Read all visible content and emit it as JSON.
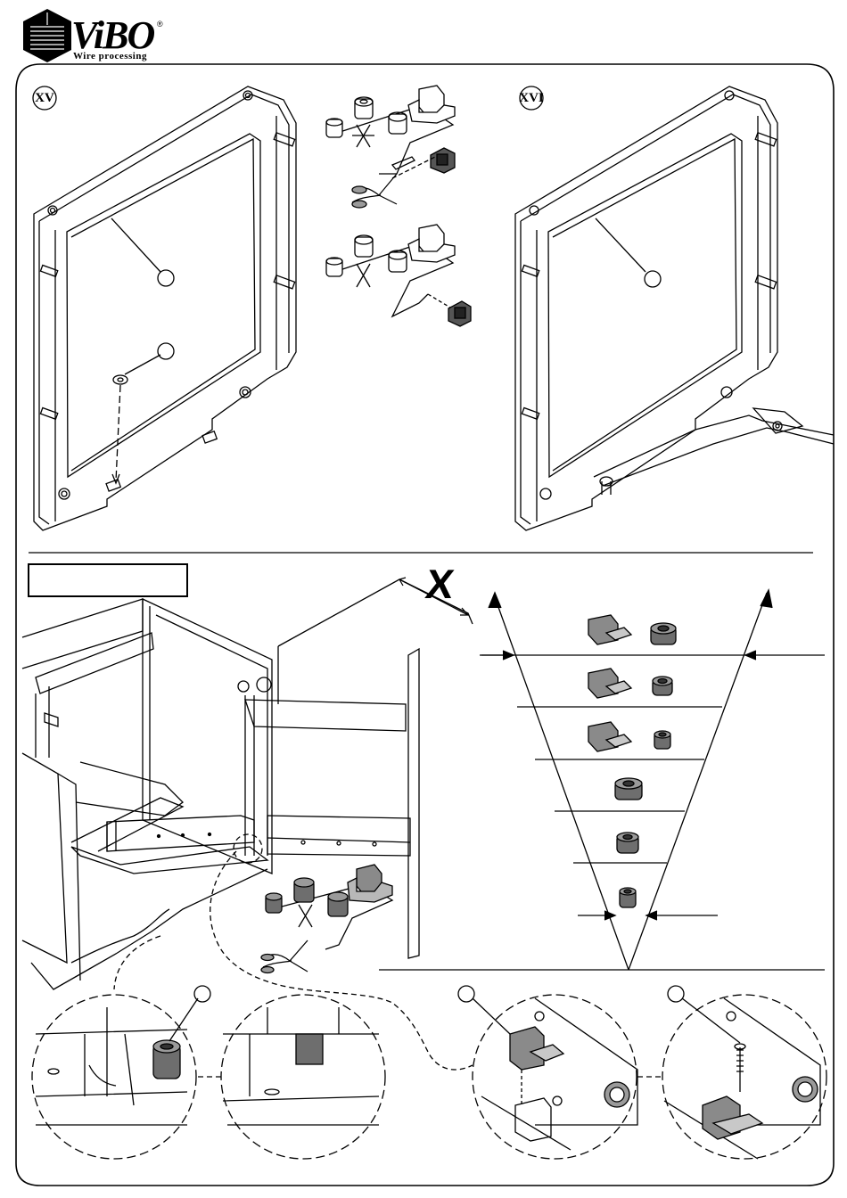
{
  "brand": {
    "name": "ViBO",
    "registered_mark": "®",
    "tagline": "Wire processing"
  },
  "steps": {
    "left": "XV",
    "right": "XVI"
  },
  "dimension_label": "X",
  "icons": {
    "logo": "vibo-cube-logo-icon",
    "scissors": "scissors-icon"
  }
}
